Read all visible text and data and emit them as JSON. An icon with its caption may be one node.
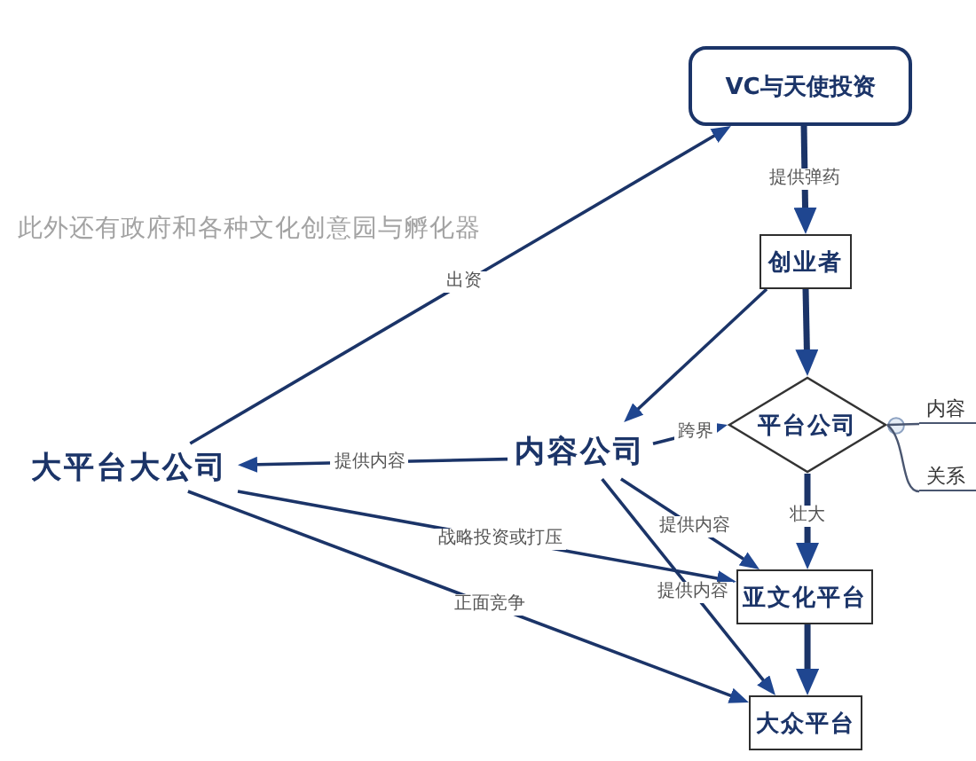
{
  "diagram": {
    "nodes": [
      {
        "text": [
          "VC与天使投资"
        ]
      },
      {
        "text": [
          "创业者"
        ]
      },
      {
        "text": [
          "平台公司"
        ]
      },
      {
        "text": [
          "内容公司"
        ]
      },
      {
        "text": [
          "大平台大公司"
        ]
      },
      {
        "text": [
          "亚文化平台"
        ]
      },
      {
        "text": [
          "大众平台"
        ]
      },
      {
        "text": [
          "内容"
        ]
      },
      {
        "text": [
          "关系"
        ]
      }
    ],
    "edges": [
      {
        "from": 4,
        "to": 0,
        "arrow": "to",
        "label": "出资"
      },
      {
        "from": 0,
        "to": 1,
        "arrow": "to",
        "label": "提供弹药",
        "style": "thick"
      },
      {
        "from": 1,
        "to": 3,
        "arrow": "to"
      },
      {
        "from": 1,
        "to": 2,
        "arrow": "to",
        "style": "thick"
      },
      {
        "from": 3,
        "to": 4,
        "arrow": "to",
        "label": "提供内容"
      },
      {
        "from": 3,
        "to": 2,
        "arrow": "to",
        "label": "跨界"
      },
      {
        "from": 2,
        "to": 5,
        "arrow": "to",
        "label": "壮大",
        "style": "thick"
      },
      {
        "from": 5,
        "to": 6,
        "arrow": "to",
        "style": "thick"
      },
      {
        "from": 3,
        "to": 5,
        "arrow": "to",
        "label": "提供内容"
      },
      {
        "from": 3,
        "to": 6,
        "arrow": "to",
        "label": "提供内容"
      },
      {
        "from": 4,
        "to": 5,
        "arrow": "to",
        "label": "战略投资或打压"
      },
      {
        "from": 4,
        "to": 6,
        "arrow": "to",
        "label": "正面竞争"
      },
      {
        "from": 2,
        "to": 7,
        "arrow": "none",
        "color": "#4a5670"
      },
      {
        "from": 2,
        "to": 8,
        "arrow": "none",
        "color": "#4a5670"
      }
    ],
    "labels": [
      "此外还有政府和各种文化创意园与孵化器"
    ]
  }
}
